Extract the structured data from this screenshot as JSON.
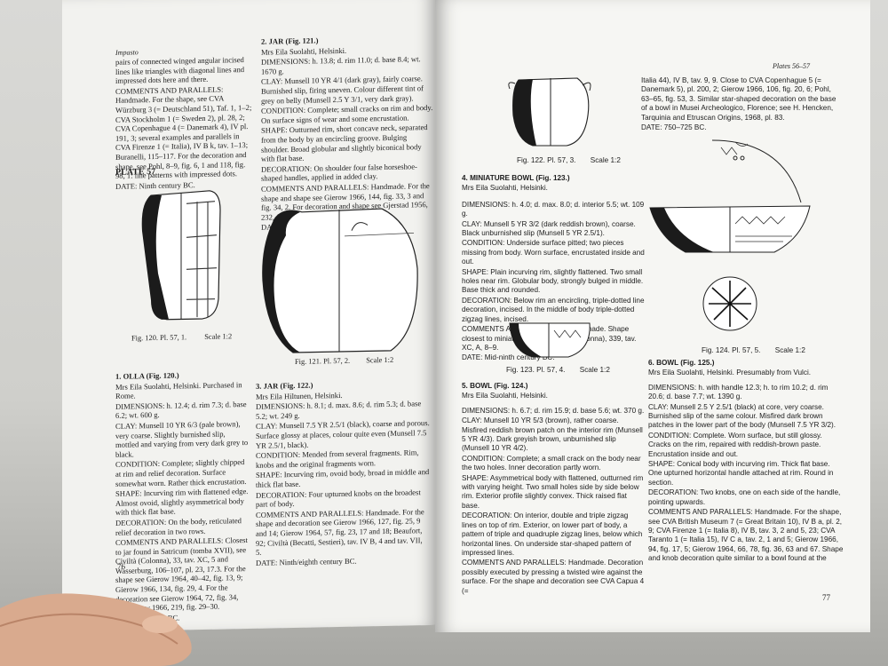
{
  "left_page": {
    "header": "Impasto",
    "page_number": "76",
    "plate_title": "PLATE 57",
    "top_left_text": [
      "pairs of connected winged angular incised lines like triangles with diagonal lines and impressed dots here and there.",
      "COMMENTS AND PARALLELS: Handmade. For the shape, see CVA Würzburg 3 (= Deutschland 51), Taf. 1, 1–2; CVA Stockholm 1 (= Sweden 2), pl. 28, 2; CVA Copenhague 4 (= Danemark 4), IV pl. 191, 3; several examples and parallels in CVA Firenze 1 (= Italia), IV B k, tav. 1–13; Buranelli, 115–117. For the decoration and shape, see Pohl, 8–9, fig. 6, 1 and 118, fig. 98, 1: line patterns with impressed dots.",
      "DATE: Ninth century BC."
    ],
    "top_right_text": [
      "2. JAR (Fig. 121.)",
      "Mrs Eila Suolahti, Helsinki.",
      "DIMENSIONS: h. 13.8; d. rim 11.0; d. base 8.4; wt. 1670 g.",
      "CLAY: Munsell 10 YR 4/1 (dark gray), fairly coarse. Burnished slip, firing uneven. Colour different tint of grey on belly (Munsell 2.5 Y 3/1, very dark gray).",
      "CONDITION: Complete; small cracks on rim and body. On surface signs of wear and some encrustation.",
      "SHAPE: Outturned rim, short concave neck, separated from the body by an encircling groove. Bulging shoulder. Broad globular and slightly biconical body with flat base.",
      "DECORATION: On shoulder four false horseshoe-shaped handles, applied in added clay.",
      "COMMENTS AND PARALLELS: Handmade. For the shape and shape see Gierow 1966, 144, fig. 33, 3 and fig. 34, 2. For decoration and shape see Gjerstad 1956, 232, fig. 208, 1.",
      "DATE: Eighth century BC."
    ],
    "fig120_caption": "Fig. 120. Pl. 57, 1.",
    "fig120_scale": "Scale 1:2",
    "fig121_caption": "Fig. 121. Pl. 57, 2.",
    "fig121_scale": "Scale 1:2",
    "olla_text": [
      "1. OLLA (Fig. 120.)",
      "Mrs Eila Suolahti, Helsinki. Purchased in Rome.",
      "DIMENSIONS: h. 12.4; d. rim 7.3; d. base 6.2; wt. 600 g.",
      "CLAY: Munsell 10 YR 6/3 (pale brown), very coarse. Slightly burnished slip, mottled and varying from very dark grey to black.",
      "CONDITION: Complete; slightly chipped at rim and relief decoration. Surface somewhat worn. Rather thick encrustation.",
      "SHAPE: Incurving rim with flattened edge. Almost ovoid, slightly asymmetrical body with thick flat base.",
      "DECORATION: On the body, reticulated relief decoration in two rows.",
      "COMMENTS AND PARALLELS: Closest to jar found in Satricum (tomba XVII), see Civiltà (Colonna), 33, tav. XC, 5 and Wasserburg, 106–107, pl. 23, 17.3. For the shape see Gierow 1964, 40–42, fig. 13, 9; Gierow 1966, 134, fig. 29, 4. For the decoration see Gierow 1964, 72, fig. 34, 37; Gierow 1966, 219, fig. 29–30.",
      "DATE: 900–830 BC."
    ],
    "jar3_text": [
      "3. JAR (Fig. 122.)",
      "Mrs Eila Hiltunen, Helsinki.",
      "DIMENSIONS: h. 8.1; d. max. 8.6; d. rim 5.3; d. base 5.2; wt. 249 g.",
      "CLAY: Munsell 7.5 YR 2.5/1 (black), coarse and porous. Surface glossy at places, colour quite even (Munsell 7.5 YR 2.5/1, black).",
      "CONDITION: Mended from several fragments. Rim, knobs and the original fragments worn.",
      "SHAPE: Incurving rim, ovoid body, broad in middle and thick flat base.",
      "DECORATION: Four upturned knobs on the broadest part of body.",
      "COMMENTS AND PARALLELS: Handmade. For the shape and decoration see Gierow 1966, 127, fig. 25, 9 and 14; Gierow 1964, 57, fig. 23, 17 and 18; Beaufort, 92; Civiltà (Becatti, Sestieri), tav. IV B, 4 and tav. VII, 5.",
      "DATE: Ninth/eighth century BC."
    ]
  },
  "right_page": {
    "header": "Plates 56–57",
    "page_number": "77",
    "fig122_caption": "Fig. 122. Pl. 57, 3.",
    "fig122_scale": "Scale 1:2",
    "fig123_caption": "Fig. 123. Pl. 57, 4.",
    "fig123_scale": "Scale 1:2",
    "fig124_caption": "Fig. 124. Pl. 57, 5.",
    "fig124_scale": "Scale 1:2",
    "top_right_text": [
      "Italia 44), IV B, tav. 9, 9. Close to CVA Copenhague 5 (= Danemark 5), pl. 200, 2; Gierow 1966, 106, fig. 20, 6; Pohl, 63–65, fig. 53, 3. Similar star-shaped decoration on the base of a bowl in Musei Archeologico, Florence; see H. Hencken, Tarquinia and Etruscan Origins, 1968, pl. 83.",
      "DATE: 750–725 BC."
    ],
    "bowl4_text": [
      "4. MINIATURE BOWL (Fig. 123.)",
      "Mrs Eila Suolahti, Helsinki.",
      "DIMENSIONS: h. 4.0; d. max. 8.0; d. interior 5.5; wt. 109 g.",
      "CLAY: Munsell 5 YR 3/2 (dark reddish brown), coarse. Black unburnished slip (Munsell 5 YR 2.5/1).",
      "CONDITION: Underside surface pitted; two pieces missing from body. Worn surface, encrustated inside and out.",
      "SHAPE: Plain incurving rim, slightly flattened. Two small holes near rim. Globular body, strongly bulged in middle. Base thick and rounded.",
      "DECORATION: Below rim an encircling, triple-dotted line decoration, incised. In the middle of body triple-dotted zigzag lines, incised.",
      "COMMENTS AND PARALLELS: Handmade. Shape closest to miniature bowl in Civiltà (Colonna), 339, tav. XC, A, 8–9.",
      "DATE: Mid-ninth century BC."
    ],
    "bowl5_text": [
      "5. BOWL (Fig. 124.)",
      "Mrs Eila Suolahti, Helsinki.",
      "DIMENSIONS: h. 6.7; d. rim 15.9; d. base 5.6; wt. 370 g.",
      "CLAY: Munsell 10 YR 5/3 (brown), rather coarse. Misfired reddish brown patch on the interior rim (Munsell 5 YR 4/3). Dark greyish brown, unburnished slip (Munsell 10 YR 4/2).",
      "CONDITION: Complete; a small crack on the body near the two holes. Inner decoration partly worn.",
      "SHAPE: Asymmetrical body with flattened, outturned rim with varying height. Two small holes side by side below rim. Exterior profile slightly convex. Thick raised flat base.",
      "DECORATION: On interior, double and triple zigzag lines on top of rim. Exterior, on lower part of body, a pattern of triple and quadruple zigzag lines, below which horizontal lines. On underside star-shaped pattern of impressed lines.",
      "COMMENTS AND PARALLELS: Handmade. Decoration possibly executed by pressing a twisted wire against the surface. For the shape and decoration see CVA Capua 4 (="
    ],
    "bowl6_text": [
      "6. BOWL (Fig. 125.)",
      "Mrs Eila Suolahti, Helsinki. Presumably from Vulci.",
      "DIMENSIONS: h. with handle 12.3; h. to rim 10.2; d. rim 20.6; d. base 7.7; wt. 1390 g.",
      "CLAY: Munsell 2.5 Y 2.5/1 (black) at core, very coarse. Burnished slip of the same colour. Misfired dark brown patches in the lower part of the body (Munsell 7.5 YR 3/2).",
      "CONDITION: Complete. Worn surface, but still glossy. Cracks on the rim, repaired with reddish-brown paste. Encrustation inside and out.",
      "SHAPE: Conical body with incurving rim. Thick flat base. One upturned horizontal handle attached at rim. Round in section.",
      "DECORATION: Two knobs, one on each side of the handle, pointing upwards.",
      "COMMENTS AND PARALLELS: Handmade. For the shape, see CVA British Museum 7 (= Great Britain 10), IV B a, pl. 2, 9; CVA Firenze 1 (= Italia 8), IV B, tav. 3, 2 and 5, 23; CVA Taranto 1 (= Italia 15), IV C a, tav. 2, 1 and 5; Gierow 1966, 94, fig. 17, 5; Gierow 1964, 66, 78, fig. 36, 63 and 67. Shape and knob decoration quite similar to a bowl found at the"
    ]
  }
}
